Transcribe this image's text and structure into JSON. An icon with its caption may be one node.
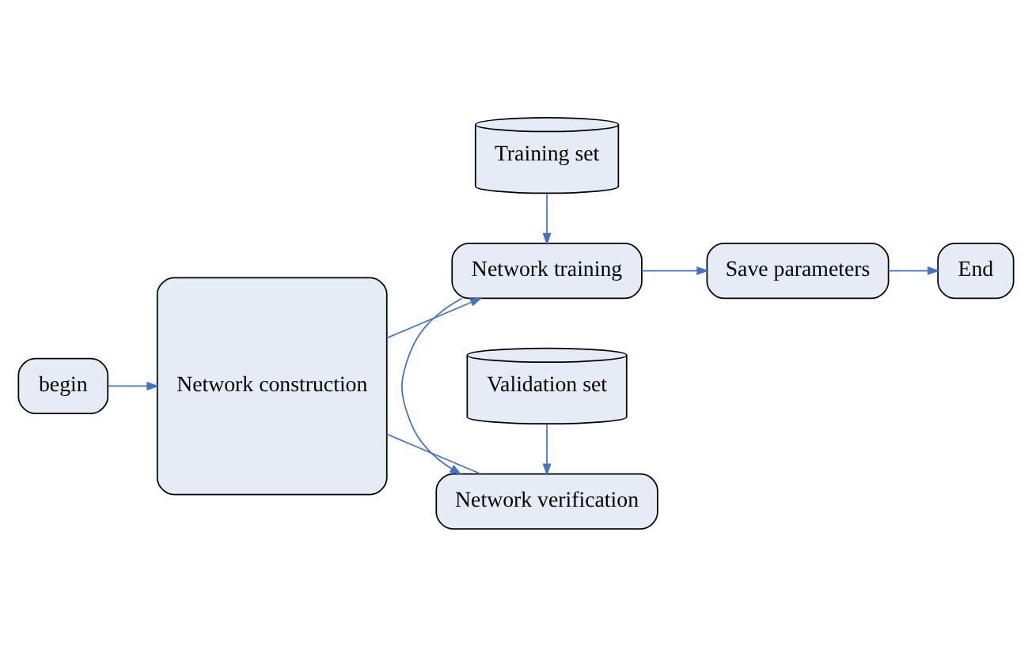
{
  "diagram": {
    "nodes": [
      {
        "text": [
          "Training set"
        ]
      },
      {
        "text": [
          "begin"
        ]
      },
      {
        "text": [
          "Network construction"
        ]
      },
      {
        "text": [
          "Network training"
        ]
      },
      {
        "text": [
          "Network verification"
        ]
      },
      {
        "text": [
          "Validation set"
        ]
      },
      {
        "text": [
          "Save parameters"
        ]
      },
      {
        "text": [
          "End"
        ]
      }
    ],
    "edges": [
      {
        "from": 1,
        "to": 2,
        "arrow": "to"
      },
      {
        "from": 2,
        "to": 3,
        "arrow": "to"
      },
      {
        "from": 2,
        "to": 4,
        "arrow": "none"
      },
      {
        "from": 0,
        "to": 3,
        "arrow": "to"
      },
      {
        "from": 5,
        "to": 4,
        "arrow": "to"
      },
      {
        "from": 3,
        "to": 4,
        "arrow": "to"
      },
      {
        "from": 3,
        "to": 6,
        "arrow": "to"
      },
      {
        "from": 6,
        "to": 7,
        "arrow": "to"
      }
    ]
  }
}
